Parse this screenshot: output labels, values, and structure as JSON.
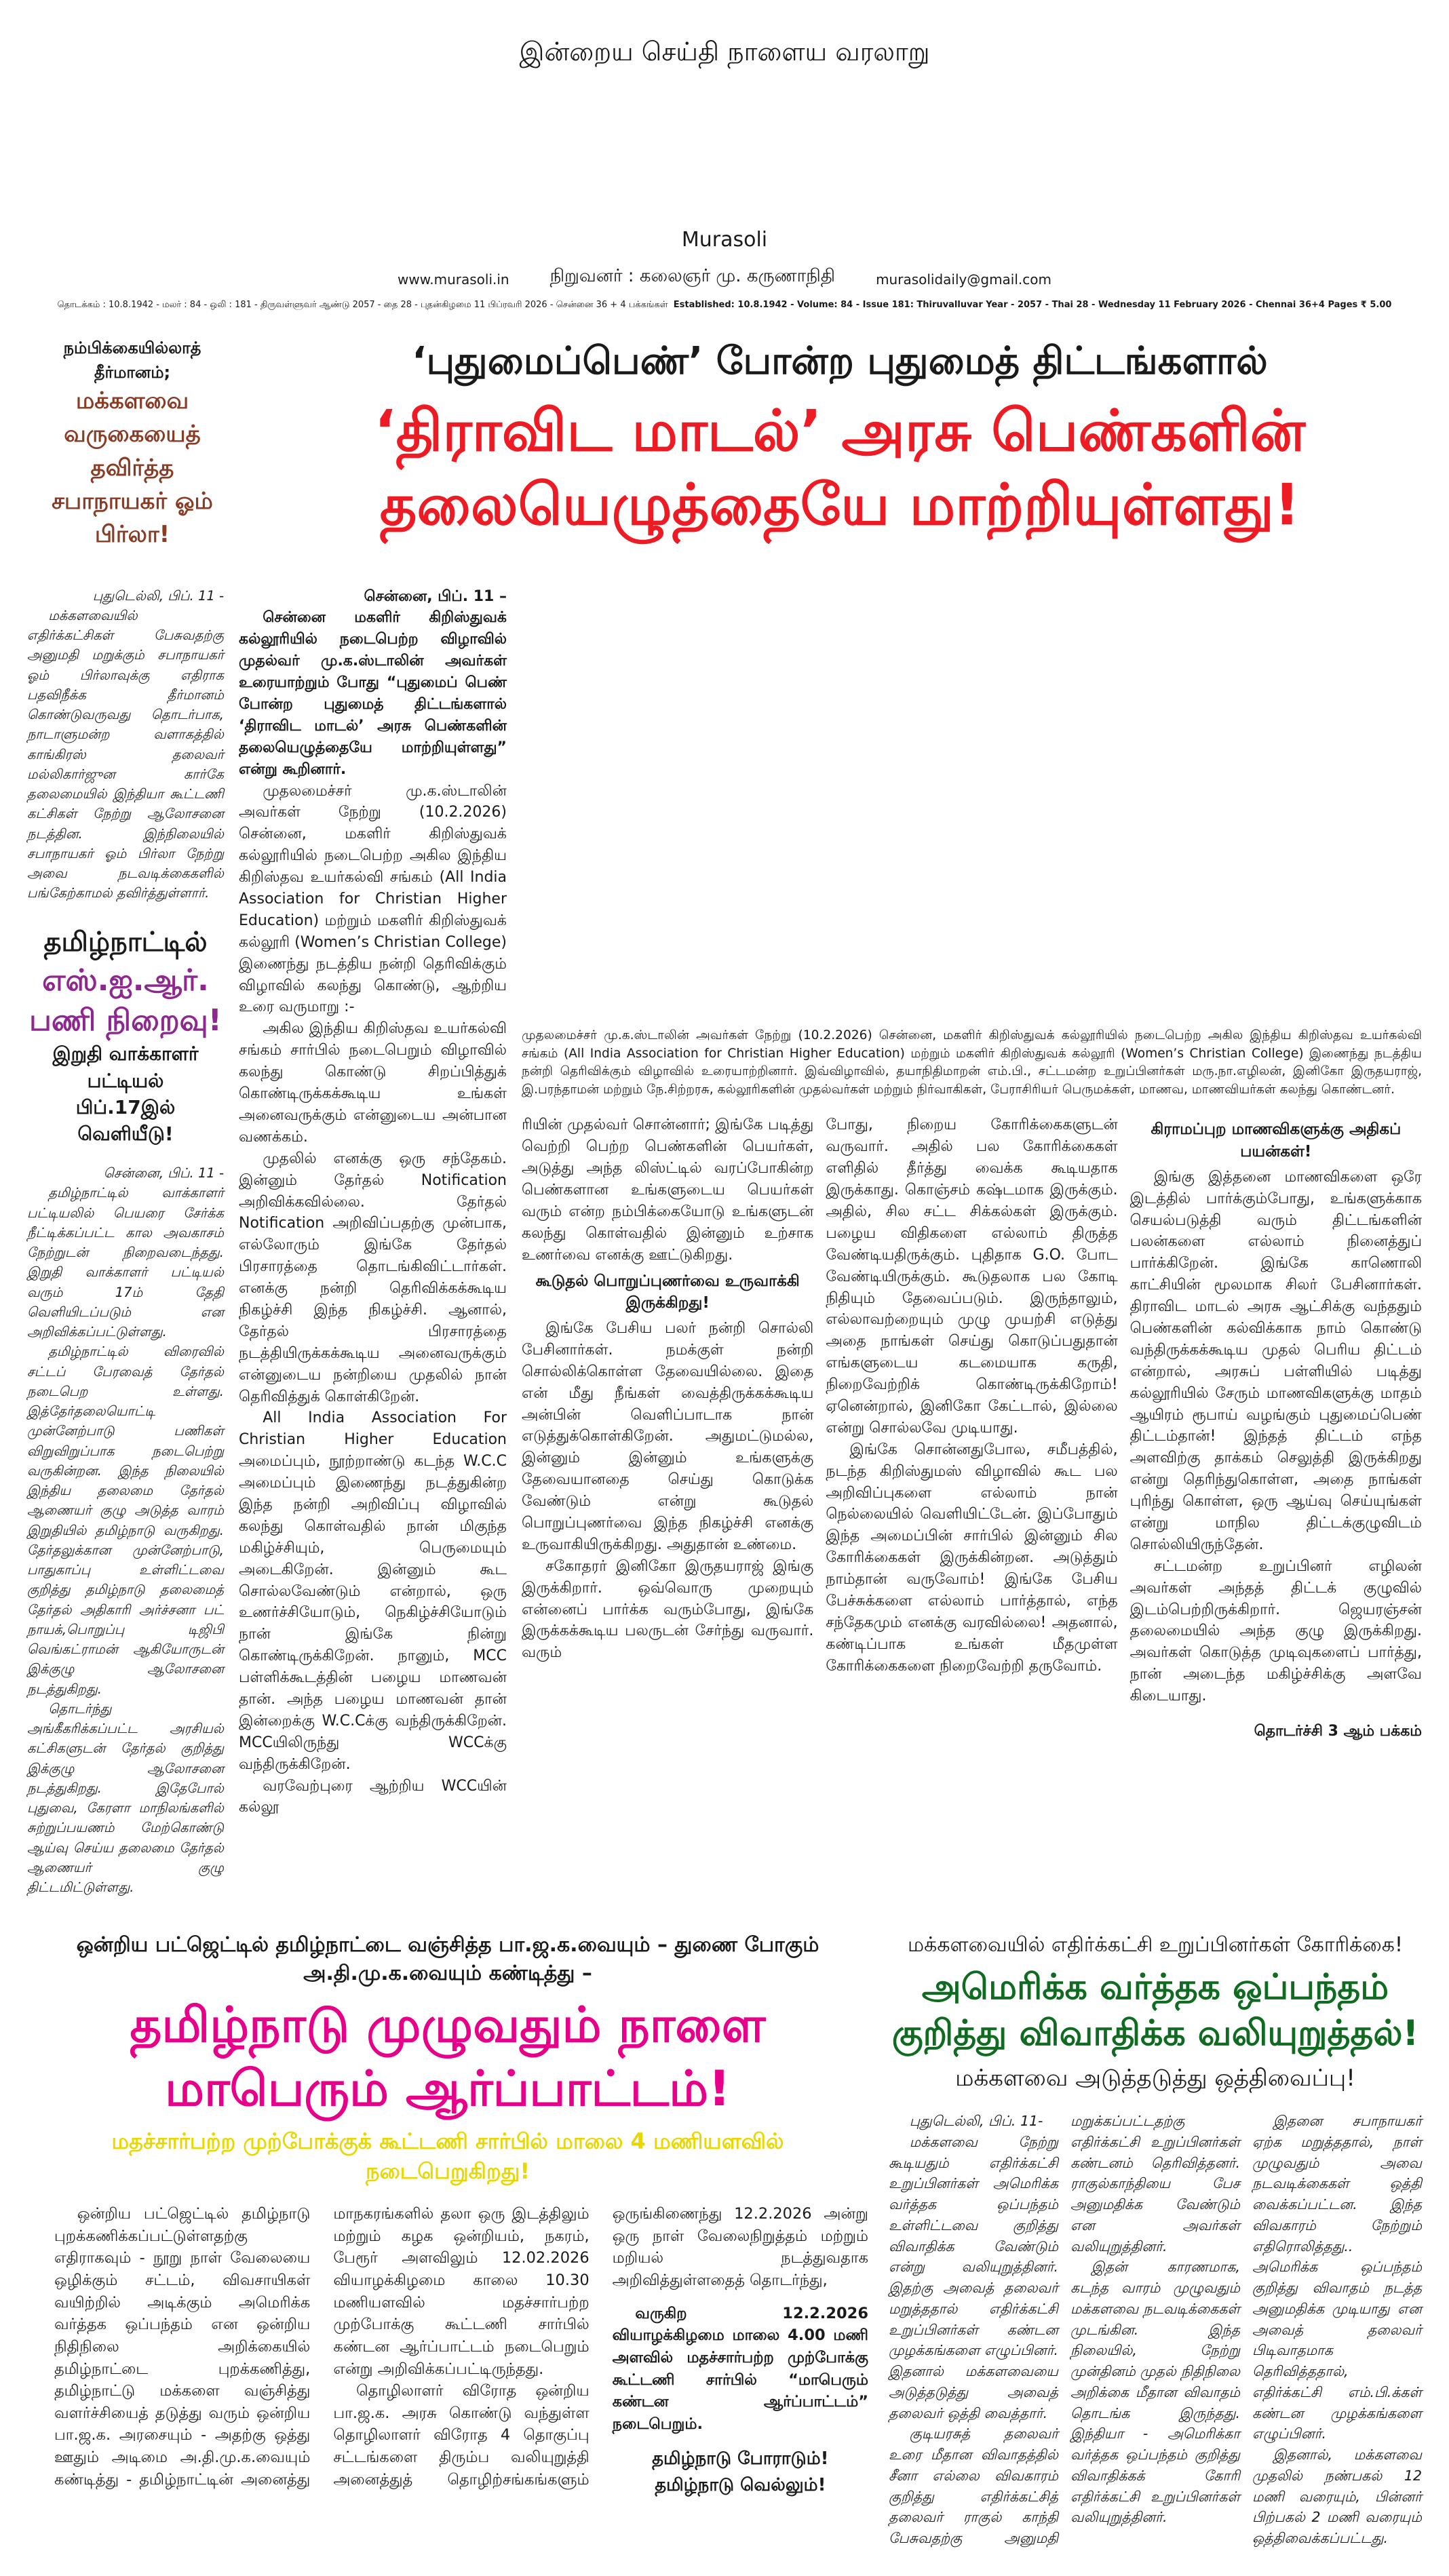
{
  "masthead": {
    "tagline": "இன்றைய செய்தி நாளைய வரலாறு",
    "title": "Murasoli",
    "founder": "நிறுவனர் : கலைஞர் மு. கருணாநிதி",
    "website": "www.murasoli.in",
    "email": "murasolidaily@gmail.com",
    "info_tamil": "தொடக்கம் : 10.8.1942 - மலர் : 84 - ஒலி : 181 - திருவள்ளுவர் ஆண்டு 2057 - தை 28 - புதன்கிழமை 11 பிப்ரவரி 2026 - சென்னை 36 + 4 பக்கங்கள்",
    "info_english": "Established: 10.8.1942 - Volume: 84 - Issue 181: Thiruvalluvar Year - 2057 - Thai 28 - Wednesday 11 February 2026 - Chennai 36+4 Pages ₹ 5.00"
  },
  "teaser": {
    "kicker": "நம்பிக்கையில்லாத் தீர்மானம்;",
    "lines": [
      "மக்களவை",
      "வருகையைத் தவிர்த்த",
      "சபாநாயகர் ஓம் பிர்லா!"
    ]
  },
  "lead": {
    "kicker": "‘புதுமைப்பெண்’ போன்ற புதுமைத் திட்டங்களால்",
    "headline": "‘திராவிட மாடல்’ அரசு பெண்களின் தலையெழுத்தையே மாற்றியுள்ளது!",
    "dateline": "சென்னை, பிப். 11 –",
    "intro": "சென்னை மகளிர் கிறிஸ்துவக் கல்லூரியில் நடைபெற்ற விழாவில் முதல்வர் மு.க.ஸ்டாலின் அவர்கள் உரையாற்றும் போது “புதுமைப் பெண் போன்ற புதுமைத் திட்டங்களால் ‘திராவிட மாடல்’ அரசு பெண்களின் தலையெழுத்தையே மாற்றியுள்ளது” என்று கூறினார்.",
    "col1": [
      "முதலமைச்சர் மு.க.ஸ்டாலின் அவர்கள் நேற்று (10.2.2026) சென்னை, மகளிர் கிறிஸ்துவக் கல்லூரியில் நடைபெற்ற அகில இந்திய கிறிஸ்தவ உயர்கல்வி சங்கம் (All India Association for Christian Higher Education) மற்றும் மகளிர் கிறிஸ்துவக் கல்லூரி (Women’s Christian College) இணைந்து நடத்திய நன்றி தெரிவிக்கும் விழாவில் கலந்து கொண்டு, ஆற்றிய உரை வருமாறு :-",
      "அகில இந்திய கிறிஸ்தவ உயர்கல்வி சங்கம் சார்பில் நடைபெறும் விழாவில் கலந்து கொண்டு சிறப்பித்துக் கொண்டிருக்கக்கூடிய உங்கள் அனைவருக்கும் என்னுடைய அன்பான வணக்கம்.",
      "முதலில் எனக்கு ஒரு சந்தேகம். இன்னும் தேர்தல் Notification அறிவிக்கவில்லை. தேர்தல் Notification அறிவிப்பதற்கு முன்பாக, எல்லோரும் இங்கே தேர்தல் பிரசாரத்தை தொடங்கிவிட்டார்கள். எனக்கு நன்றி தெரிவிக்கக்கூடிய நிகழ்ச்சி இந்த நிகழ்ச்சி. ஆனால், தேர்தல் பிரசாரத்தை நடத்தியிருக்கக்கூடிய அனைவருக்கும் என்னுடைய நன்றியை முதலில் நான் தெரிவித்துக் கொள்கிறேன்.",
      "All India Association For Christian Higher Education அமைப்பும், நூற்றாண்டு கடந்த W.C.C அமைப்பும் இணைந்து நடத்துகின்ற இந்த நன்றி அறிவிப்பு விழாவில் கலந்து கொள்வதில் நான் மிகுந்த மகிழ்ச்சியும், பெருமையும் அடைகிறேன். இன்னும் கூட சொல்லவேண்டும் என்றால், ஒரு உணர்ச்சியோடும், நெகிழ்ச்சியோடும் நான் இங்கே நின்று கொண்டிருக்கிறேன். நானும், MCC பள்ளிக்கூடத்தின் பழைய மாணவன் தான். அந்த பழைய மாணவன் தான் இன்றைக்கு W.C.Cக்கு வந்திருக்கிறேன். MCCயிலிருந்து WCCக்கு வந்திருக்கிறேன்.",
      "வரவேற்புரை ஆற்றிய WCCயின் கல்லூ"
    ],
    "col2_start": "ரியின் முதல்வர் சொன்னார்; இங்கே படித்து வெற்றி பெற்ற பெண்களின் பெயர்கள், அடுத்து அந்த லிஸ்ட்டில் வரப்போகின்ற பெண்களான உங்களுடைய பெயர்கள் வரும் என்ற நம்பிக்கையோடு உங்களுடன் கலந்து கொள்வதில் இன்னும் உற்சாக உணர்வை எனக்கு ஊட்டுகிறது.",
    "subhead1": "கூடுதல் பொறுப்புணர்வை உருவாக்கி இருக்கிறது!",
    "col2": [
      "இங்கே பேசிய பலர் நன்றி சொல்லி பேசினார்கள். நமக்குள் நன்றி சொல்லிக்கொள்ள தேவையில்லை. இதை என் மீது நீங்கள் வைத்திருக்கக்கூடிய அன்பின் வெளிப்பாடாக நான் எடுத்துக்கொள்கிறேன். அதுமட்டுமல்ல, இன்னும் இன்னும் உங்களுக்கு தேவையானதை செய்து கொடுக்க வேண்டும் என்று கூடுதல் பொறுப்புணர்வை இந்த நிகழ்ச்சி எனக்கு உருவாகியிருக்கிறது. அதுதான் உண்மை.",
      "சகோதரர் இனிகோ இருதயராஜ் இங்கு இருக்கிறார். ஒவ்வொரு முறையும் என்னைப் பார்க்க வரும்போது, இங்கே இருக்கக்கூடிய பலருடன் சேர்ந்து வருவார். வரும்"
    ],
    "col3_start": "போது, நிறைய கோரிக்கைகளுடன் வருவார். அதில் பல கோரிக்கைகள் எளிதில் தீர்த்து வைக்க கூடியதாக இருக்காது. கொஞ்சம் கஷ்டமாக இருக்கும். அதில், சில சட்ட சிக்கல்கள் இருக்கும். பழைய விதிகளை எல்லாம் திருத்த வேண்டியதிருக்கும். புதிதாக G.O. போட வேண்டியிருக்கும். கூடுதலாக பல கோடி நிதியும் தேவைப்படும். இருந்தாலும், எல்லாவற்றையும் முழு முயற்சி எடுத்து அதை நாங்கள் செய்து கொடுப்பதுதான் எங்களுடைய கடமையாக கருதி, நிறைவேற்றிக் கொண்டிருக்கிறோம்! ஏனென்றால், இனிகோ கேட்டால், இல்லை என்று சொல்லவே முடியாது.",
    "col3": [
      "இங்கே சொன்னதுபோல, சமீபத்தில், நடந்த கிறிஸ்துமஸ் விழாவில் கூட பல அறிவிப்புகளை எல்லாம் நான் நெல்லையில் வெளியிட்டேன். இப்போதும் இந்த அமைப்பின் சார்பில் இன்னும் சில கோரிக்கைகள் இருக்கின்றன. அடுத்தும் நாம்தான் வருவோம்! இங்கே பேசிய பேச்சுக்களை எல்லாம் பார்த்தால், எந்த சந்தேகமும் எனக்கு வரவில்லை! அதனால், கண்டிப்பாக உங்கள் மீதமுள்ள கோரிக்கைகளை நிறைவேற்றி தருவோம்."
    ],
    "subhead2": "கிராமப்புற மாணவிகளுக்கு அதிகப் பயன்கள்!",
    "col4": [
      "இங்கு இத்தனை மாணவிகளை ஒரே இடத்தில் பார்க்கும்போது, உங்களுக்காக செயல்படுத்தி வரும் திட்டங்களின் பலன்களை எல்லாம் நினைத்துப் பார்க்கிறேன். இங்கே காணொலி காட்சியின் மூலமாக சிலர் பேசினார்கள். திராவிட மாடல் அரசு ஆட்சிக்கு வந்ததும் பெண்களின் கல்விக்காக நாம் கொண்டு வந்திருக்கக்கூடிய முதல் பெரிய திட்டம் என்றால், அரசுப் பள்ளியில் படித்து கல்லூரியில் சேரும் மாணவிகளுக்கு மாதம் ஆயிரம் ரூபாய் வழங்கும் புதுமைப்பெண் திட்டம்தான்! இந்தத் திட்டம் எந்த அளவிற்கு தாக்கம் செலுத்தி இருக்கிறது என்று தெரிந்துகொள்ள, அதை நாங்கள் புரிந்து கொள்ள, ஒரு ஆய்வு செய்யுங்கள் என்று மாநில திட்டக்குழுவிடம் சொல்லியிருந்தேன்.",
      "சட்டமன்ற உறுப்பினர் எழிலன் அவர்கள் அந்தத் திட்டக் குழுவில் இடம்பெற்றிருக்கிறார். ஜெயரஞ்சன் தலைமையில் அந்த குழு இருக்கிறது. அவர்கள் கொடுத்த முடிவுகளைப் பார்த்து, நான் அடைந்த மகிழ்ச்சிக்கு அளவே கிடையாது."
    ],
    "continued": "தொடர்ச்சி 3 ஆம் பக்கம்",
    "photo_caption": "முதலமைச்சர் மு.க.ஸ்டாலின் அவர்கள் நேற்று (10.2.2026) சென்னை, மகளிர் கிறிஸ்துவக் கல்லூரியில் நடைபெற்ற அகில இந்திய கிறிஸ்தவ உயர்கல்வி சங்கம் (All India Association for Christian Higher Education) மற்றும் மகளிர் கிறிஸ்துவக் கல்லூரி (Women’s Christian College) இணைந்து நடத்திய நன்றி தெரிவிக்கும் விழாவில் உரையாற்றினார். இவ்விழாவில், தயாநிதிமாறன் எம்.பி., சட்டமன்ற உறுப்பினர்கள் மரு.நா.எழிலன், இனிகோ இருதயராஜ், இ.பரந்தாமன் மற்றும் நே.சிற்றரசு, கல்லூரிகளின் முதல்வர்கள் மற்றும் நிர்வாகிகள், பேராசிரியர் பெருமக்கள், மாணவ, மாணவியர்கள் கலந்து கொண்டனர்."
  },
  "speaker_story": {
    "dateline": "புதுடெல்லி, பிப். 11 -",
    "body": "மக்களவையில் எதிர்க்கட்சிகள் பேசுவதற்கு அனுமதி மறுக்கும் சபாநாயகர் ஓம் பிர்லாவுக்கு எதிராக பதவிநீக்க தீர்மானம் கொண்டுவருவது தொடர்பாக, நாடாளுமன்ற வளாகத்தில் காங்கிரஸ் தலைவர் மல்லிகார்ஜுன கார்கே தலைமையில் இந்தியா கூட்டணி கட்சிகள் நேற்று ஆலோசனை நடத்தின. இந்நிலையில் சபாநாயகர் ஓம் பிர்லா நேற்று அவை நடவடிக்கைகளில் பங்கேற்காமல் தவிர்த்துள்ளார்."
  },
  "sir_story": {
    "kicker": "தமிழ்நாட்டில்",
    "headline": "எஸ்.ஐ.ஆர். பணி நிறைவு!",
    "sub1": "இறுதி வாக்காளர் பட்டியல்",
    "sub2": "பிப்.17இல் வெளியீடு!",
    "dateline": "சென்னை, பிப். 11 -",
    "paragraphs": [
      "தமிழ்நாட்டில் வாக்காளர் பட்டியலில் பெயரை சேர்க்க நீட்டிக்கப்பட்ட கால அவகாசம் நேற்றுடன் நிறைவடைந்தது. இறுதி வாக்காளர் பட்டியல் வரும் 17ம் தேதி வெளியிடப்படும் என அறிவிக்கப்பட்டுள்ளது.",
      "தமிழ்நாட்டில் விரைவில் சட்டப் பேரவைத் தேர்தல் நடைபெற உள்ளது. இத்தேர்தலையொட்டி முன்னேற்பாடு பணிகள் விறுவிறுப்பாக நடைபெற்று வருகின்றன. இந்த நிலையில் இந்திய தலைமை தேர்தல் ஆணையர் குழு அடுத்த வாரம் இறுதியில் தமிழ்நாடு வருகிறது. தேர்தலுக்கான முன்னேற்பாடு, பாதுகாப்பு உள்ளிட்டவை குறித்து தமிழ்நாடு தலைமைத் தேர்தல் அதிகாரி அர்ச்சனா பட் நாயக்,பொறுப்பு டிஜிபி வெங்கட்ராமன் ஆகியோருடன் இக்குழு ஆலோசனை நடத்துகிறது.",
      "தொடர்ந்து அங்கீகரிக்கப்பட்ட அரசியல் கட்சிகளுடன் தேர்தல் குறித்து இக்குழு ஆலோசனை நடத்துகிறது. இதேபோல் புதுவை, கேரளா மாநிலங்களில் சுற்றுப்பயணம் மேற்கொண்டு ஆய்வு செய்ய தலைமை தேர்தல் ஆணையர் குழு திட்டமிட்டுள்ளது."
    ]
  },
  "protest_story": {
    "kicker": "ஒன்றிய பட்ஜெட்டில் தமிழ்நாட்டை வஞ்சித்த பா.ஜ.க.வையும் – துணை போகும் அ.தி.மு.க.வையும் கண்டித்து –",
    "headline": "தமிழ்நாடு முழுவதும் நாளை மாபெரும் ஆர்ப்பாட்டம்!",
    "sub": "மதச்சார்பற்ற முற்போக்குக் கூட்டணி சார்பில் மாலை 4 மணியளவில் நடைபெறுகிறது!",
    "paragraphs": [
      "ஒன்றிய பட்ஜெட்டில் தமிழ்நாடு புறக்கணிக்கப்பட்டுள்ளதற்கு எதிராகவும் - நூறு நாள் வேலையை ஒழிக்கும் சட்டம், விவசாயிகள் வயிற்றில் அடிக்கும் அமெரிக்க வர்த்தக ஒப்பந்தம் என ஒன்றிய நிதிநிலை அறிக்கையில் தமிழ்நாட்டை புறக்கணித்து, தமிழ்நாட்டு மக்களை வஞ்சித்து வளர்ச்சியைத் தடுத்து வரும் ஒன்றிய பா.ஜ.க. அரசையும் - அதற்கு ஒத்து ஊதும் அடிமை அ.தி.மு.க.வையும் கண்டித்து - தமிழ்நாட்டின் அனைத்து மாநகரங்களில் தலா ஒரு இடத்திலும் மற்றும் கழக ஒன்றியம், நகரம், பேரூர் அளவிலும் 12.02.2026 வியாழக்கிழமை காலை 10.30 மணியளவில் மதச்சார்பற்ற முற்போக்கு கூட்டணி சார்பில் கண்டன ஆர்ப்பாட்டம் நடைபெறும் என்று அறிவிக்கப்பட்டிருந்தது.",
      "தொழிலாளர் விரோத ஒன்றிய பா.ஜ.க. அரசு கொண்டு வந்துள்ள தொழிலாளர் விரோத 4 தொகுப்பு சட்டங்களை திரும்ப வலியுறுத்தி அனைத்துத் தொழிற்சங்கங்களும் ஒருங்கிணைந்து 12.2.2026 அன்று ஒரு நாள் வேலைநிறுத்தம் மற்றும் மறியல் நடத்துவதாக அறிவித்துள்ளதைத் தொடர்ந்து,"
    ],
    "bold_paragraph": "வருகிற 12.2.2026 வியாழக்கிழமை மாலை 4.00 மணி அளவில் மதச்சார்பற்ற முற்போக்கு கூட்டணி சார்பில் “மாபெரும் கண்டன ஆர்ப்பாட்டம்” நடைபெறும்.",
    "slogans": [
      "தமிழ்நாடு போராடும்!",
      "தமிழ்நாடு வெல்லும்!"
    ]
  },
  "loksabha_story": {
    "kicker": "மக்களவையில் எதிர்க்கட்சி உறுப்பினர்கள் கோரிக்கை!",
    "headline": "அமெரிக்க வர்த்தக ஒப்பந்தம் குறித்து விவாதிக்க வலியுறுத்தல்!",
    "sub": "மக்களவை அடுத்தடுத்து ஒத்திவைப்பு!",
    "dateline": "புதுடெல்லி, பிப். 11-",
    "paragraphs": [
      "மக்களவை நேற்று கூடியதும் எதிர்க்கட்சி உறுப்பினர்கள் அமெரிக்க வர்த்தக ஒப்பந்தம் உள்ளிட்டவை குறித்து விவாதிக்க வேண்டும் என்று வலியுறுத்தினர். இதற்கு அவைத் தலைவர் மறுத்ததால் எதிர்க்கட்சி உறுப்பினர்கள் கண்டன முழக்கங்களை எழுப்பினர். இதனால் மக்களவையை அடுத்தடுத்து அவைத் தலைவர் ஒத்தி வைத்தார்.",
      "குடியரசுத் தலைவர் உரை மீதான விவாதத்தில் சீனா எல்லை விவகாரம் குறித்து எதிர்க்கட்சித் தலைவர் ராகுல் காந்தி பேசுவதற்கு அனுமதி மறுக்கப்பட்டதற்கு எதிர்க்கட்சி உறுப்பினர்கள் கண்டனம் தெரிவித்தனர். ராகுல்காந்தியை பேச அனுமதிக்க வேண்டும் என அவர்கள் வலியுறுத்தினர்.",
      "இதன் காரணமாக, கடந்த வாரம் முழுவதும் மக்களவை நடவடிக்கைகள் முடங்கின. இந்த நிலையில், நேற்று முன்தினம் முதல் நிதிநிலை அறிக்கை மீதான விவாதம் தொடங்க இருந்தது. இந்தியா - அமெரிக்கா வர்த்தக ஒப்பந்தம் குறித்து விவாதிக்கக் கோரி எதிர்க்கட்சி உறுப்பினர்கள் வலியுறுத்தினர்.",
      "இதனை சபாநாயகர் ஏற்க மறுத்ததால், நாள் முழுவதும் அவை நடவடிக்கைகள் ஒத்தி வைக்கப்பட்டன. இந்த விவகாரம் நேற்றும் எதிரொலித்தது.. அமெரிக்க ஒப்பந்தம் குறித்து விவாதம் நடத்த அனுமதிக்க முடியாது என அவைத் தலைவர் பிடிவாதமாக தெரிவித்ததால், எதிர்க்கட்சி எம்.பி.க்கள் கண்டன முழக்கங்களை எழுப்பினர்.",
      "இதனால், மக்களவை முதலில் நண்பகல் 12 மணி வரையும், பின்னர் பிற்பகல் 2 மணி வரையும் ஒத்திவைக்கப்பட்டது."
    ]
  }
}
